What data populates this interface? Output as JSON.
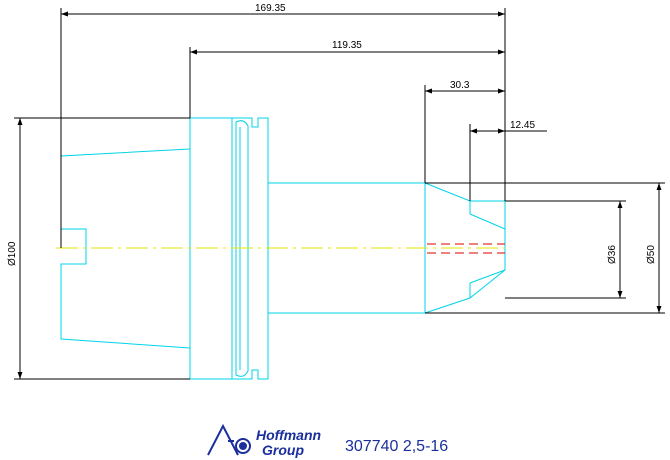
{
  "drawing": {
    "dimensions": {
      "overall_length": "169.35",
      "body_length": "119.35",
      "nose_length": "30.3",
      "bore_depth": "12.45",
      "flange_diameter": "Ø100",
      "nose_diameter": "Ø50",
      "bore_diameter": "Ø36"
    },
    "colors": {
      "outline": "#00d4e8",
      "dimension": "#000000",
      "centerline": "#e6e600",
      "hidden": "#e00000",
      "brand": "#1a2f9c"
    }
  },
  "footer": {
    "logo_line1": "Hoffmann",
    "logo_line2": "Group",
    "part_number": "307740 2,5-16"
  }
}
